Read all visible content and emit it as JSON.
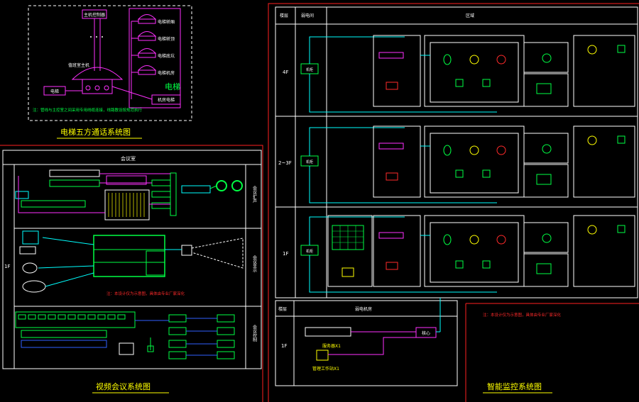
{
  "colors": {
    "frame": "#ff2020",
    "line": "#ffffff",
    "cyan": "#00ffff",
    "green": "#00ff44",
    "magenta": "#ff30ff",
    "yellow": "#ffff00",
    "blue": "#3060ff",
    "red": "#ff2a2a"
  },
  "elevator": {
    "title": "电梯五方通话系统图",
    "lift_label": "电梯",
    "top_box": "主机控制器",
    "phones": [
      "电梯轿厢",
      "电梯轿顶",
      "电梯底坑",
      "电梯机房"
    ],
    "console": "电梯",
    "machine_room": "机房电梯",
    "host": "值班室主机",
    "note": "注：管线与主控室之间采用专用线缆连接，线路敷设按规范执行"
  },
  "video_conf": {
    "title": "视频会议系统图",
    "room": "会议室",
    "floor": "1F",
    "side_labels": [
      "会议扩声",
      "会议显示",
      "会议控制"
    ],
    "note": "注：本设计仅为示意图，具体由专业厂家深化"
  },
  "surveillance": {
    "title": "智能监控系统图",
    "col_floor": "楼层",
    "col_weak": "弱电间",
    "col_area": "区域",
    "floors": [
      "4F",
      "2~3F",
      "1F"
    ],
    "weak_box": "机柜",
    "bottom_floor_header": "楼层",
    "bottom_room_header": "弱电机房",
    "bottom_floor": "1F",
    "server": "服务器X1",
    "workstation": "管理工作站X1",
    "core": "核心",
    "note": "注：本设计仅为示意图，具体由专业厂家深化"
  }
}
